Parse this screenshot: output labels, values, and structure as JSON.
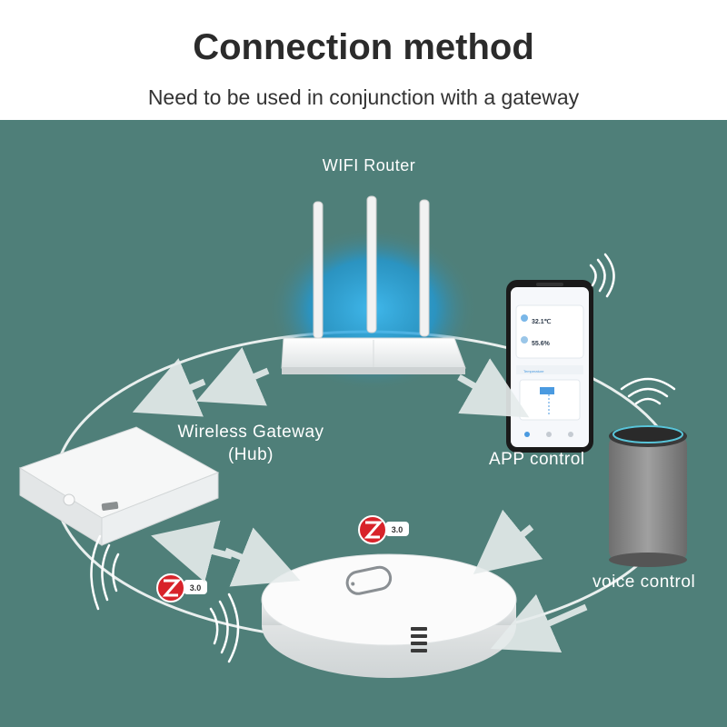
{
  "header": {
    "title": "Connection method",
    "subtitle": "Need to be used in conjunction with a gateway"
  },
  "labels": {
    "router": "WIFI Router",
    "gateway_line1": "Wireless Gateway",
    "gateway_line2": "(Hub)",
    "app": "APP control",
    "voice": "voice control"
  },
  "phone": {
    "temperature": "32.1℃",
    "humidity": "55.6%",
    "tab": "Temperature"
  },
  "zigbee": {
    "version": "3.0"
  },
  "colors": {
    "panel": "#4f7f79",
    "router_glow": "#2aa8e8",
    "zigbee_red": "#d8232a"
  }
}
